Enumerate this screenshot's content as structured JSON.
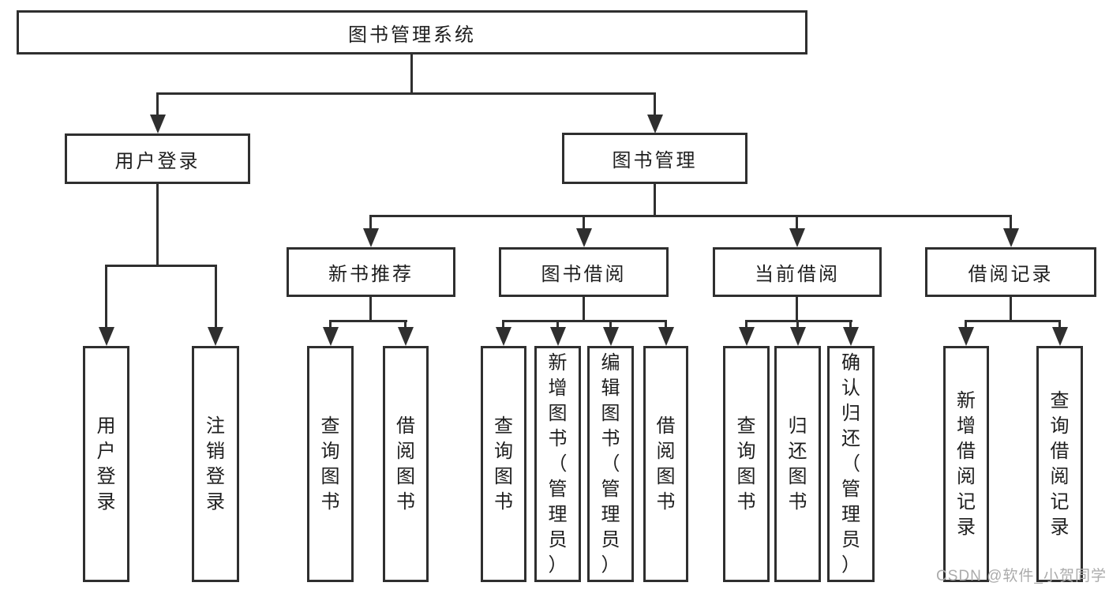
{
  "tree": {
    "root": {
      "label": "图书管理系统"
    },
    "branches": [
      {
        "label": "用户登录",
        "children": [
          {
            "label": "用户登录"
          },
          {
            "label": "注销登录"
          }
        ]
      },
      {
        "label": "图书管理",
        "children": [
          {
            "label": "新书推荐",
            "children": [
              {
                "label": "查询图书"
              },
              {
                "label": "借阅图书"
              }
            ]
          },
          {
            "label": "图书借阅",
            "children": [
              {
                "label": "查询图书"
              },
              {
                "label": "新增图书（管理员）"
              },
              {
                "label": "编辑图书（管理员）"
              },
              {
                "label": "借阅图书"
              }
            ]
          },
          {
            "label": "当前借阅",
            "children": [
              {
                "label": "查询图书"
              },
              {
                "label": "归还图书"
              },
              {
                "label": "确认归还（管理员）"
              }
            ]
          },
          {
            "label": "借阅记录",
            "children": [
              {
                "label": "新增借阅记录"
              },
              {
                "label": "查询借阅记录"
              }
            ]
          }
        ]
      }
    ]
  },
  "watermark": {
    "text": "CSDN @软件_小贺同学",
    "color": "#ababab"
  },
  "colors": {
    "line": "#2f2f2f",
    "text": "#1e1e1e",
    "background": "#ffffff"
  }
}
